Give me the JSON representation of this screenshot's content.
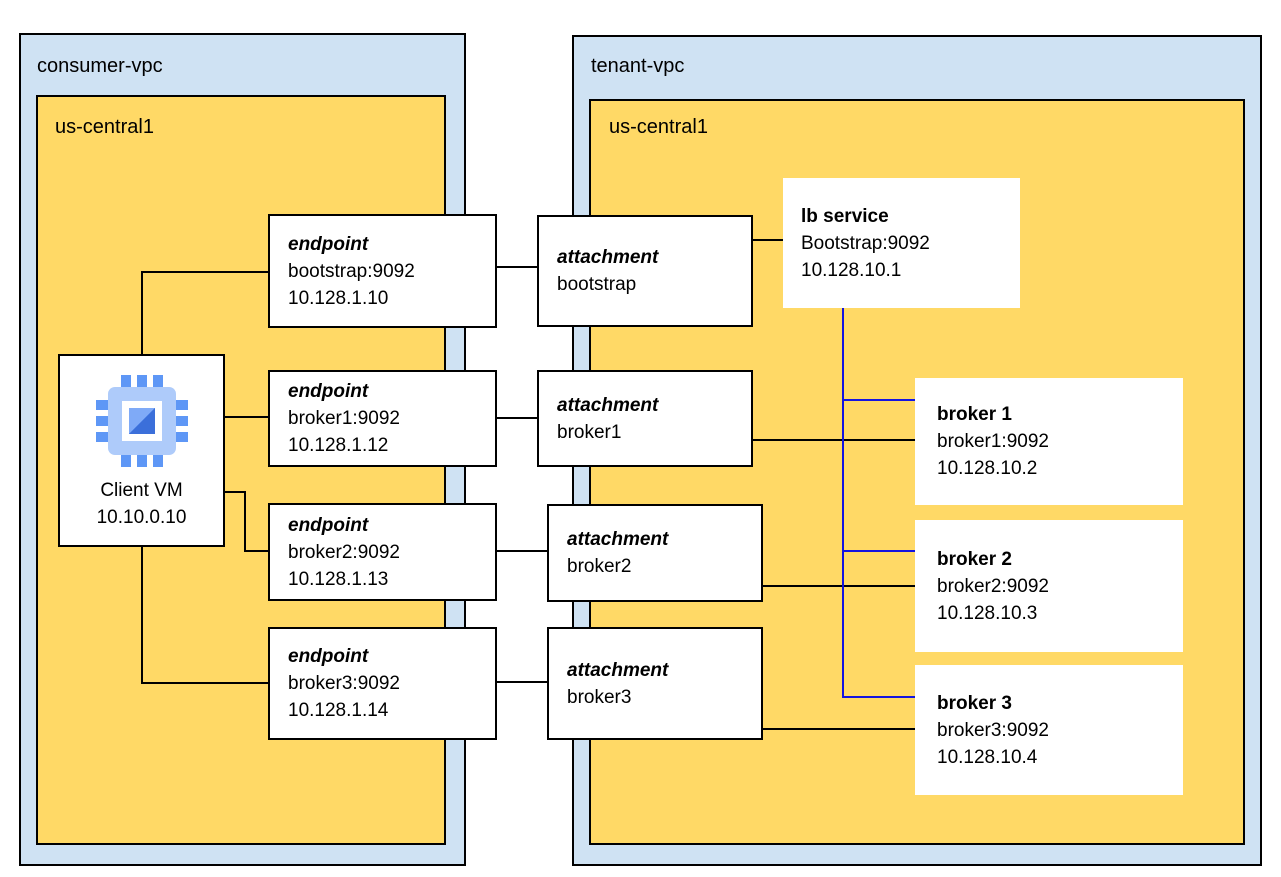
{
  "diagram": {
    "consumer_vpc": {
      "label": "consumer-vpc",
      "region_label": "us-central1"
    },
    "tenant_vpc": {
      "label": "tenant-vpc",
      "region_label": "us-central1"
    },
    "client_vm": {
      "name": "Client VM",
      "ip": "10.10.0.10",
      "icon": "compute-engine-chip-icon"
    },
    "endpoints": [
      {
        "title": "endpoint",
        "service": "bootstrap:9092",
        "ip": "10.128.1.10"
      },
      {
        "title": "endpoint",
        "service": "broker1:9092",
        "ip": "10.128.1.12"
      },
      {
        "title": "endpoint",
        "service": "broker2:9092",
        "ip": "10.128.1.13"
      },
      {
        "title": "endpoint",
        "service": "broker3:9092",
        "ip": "10.128.1.14"
      }
    ],
    "attachments": [
      {
        "title": "attachment",
        "target": "bootstrap"
      },
      {
        "title": "attachment",
        "target": "broker1"
      },
      {
        "title": "attachment",
        "target": "broker2"
      },
      {
        "title": "attachment",
        "target": "broker3"
      }
    ],
    "lb_service": {
      "title": "lb service",
      "listener": "Bootstrap:9092",
      "ip": "10.128.10.1"
    },
    "brokers": [
      {
        "title": "broker 1",
        "service": "broker1:9092",
        "ip": "10.128.10.2"
      },
      {
        "title": "broker 2",
        "service": "broker2:9092",
        "ip": "10.128.10.3"
      },
      {
        "title": "broker 3",
        "service": "broker3:9092",
        "ip": "10.128.10.4"
      }
    ],
    "colors": {
      "vpc_fill": "#cfe2f3",
      "region_fill": "#ffd966",
      "lb_link_blue": "#1414e0",
      "connector_black": "#000000",
      "icon_body": "#aecbfa",
      "icon_pin": "#5e97f6",
      "icon_square": "#4285f4",
      "icon_tri_light": "#7faaf7",
      "icon_tri_dark": "#3b6fda"
    }
  }
}
